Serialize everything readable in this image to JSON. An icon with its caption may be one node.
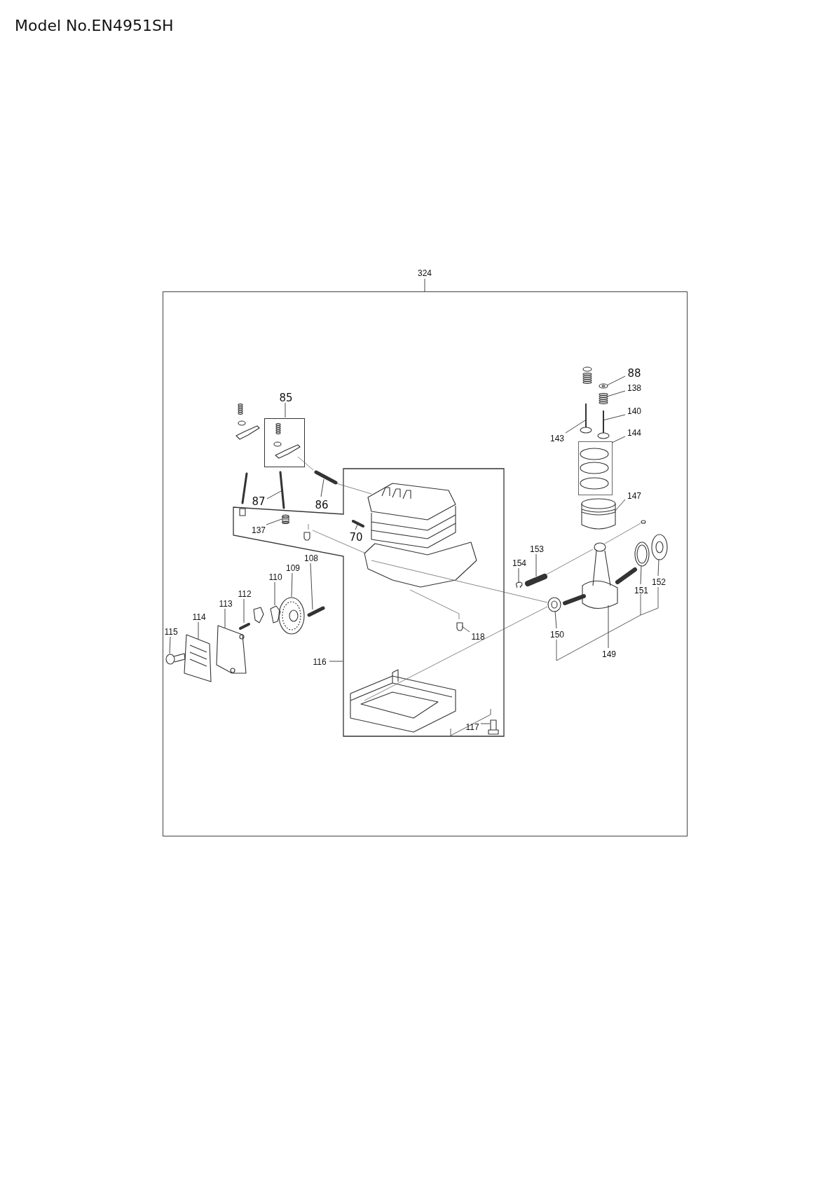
{
  "diagram": {
    "title": "Model No.EN4951SH",
    "nodes": [
      {
        "text": [
          "324"
        ]
      },
      {
        "text": [],
        "shape": "box"
      },
      {
        "text": [
          "85"
        ],
        "in": 1
      },
      {
        "text": [],
        "shape": "box",
        "in": 1
      },
      {
        "text": [
          "88"
        ],
        "in": 1
      },
      {
        "text": [
          "138"
        ],
        "in": 1
      },
      {
        "text": [
          "140"
        ],
        "in": 1
      },
      {
        "text": [
          "143"
        ],
        "in": 1
      },
      {
        "text": [
          "144"
        ],
        "in": 1
      },
      {
        "text": [],
        "shape": "box",
        "in": 1
      },
      {
        "text": [
          "87"
        ],
        "in": 1
      },
      {
        "text": [
          "86"
        ],
        "in": 1
      },
      {
        "text": [
          "147"
        ],
        "in": 1
      },
      {
        "text": [],
        "shape": "box",
        "in": 1
      },
      {
        "text": [
          "70"
        ],
        "in": 13
      },
      {
        "text": [
          "137"
        ],
        "in": 13
      },
      {
        "text": [
          "108"
        ],
        "in": 1
      },
      {
        "text": [
          "153"
        ],
        "in": 1
      },
      {
        "text": [
          "154"
        ],
        "in": 1
      },
      {
        "text": [
          "109"
        ],
        "in": 1
      },
      {
        "text": [
          "110"
        ],
        "in": 1
      },
      {
        "text": [
          "152"
        ],
        "in": 1
      },
      {
        "text": [
          "112"
        ],
        "in": 1
      },
      {
        "text": [
          "113"
        ],
        "in": 1
      },
      {
        "text": [
          "151"
        ],
        "in": 1
      },
      {
        "text": [
          "114"
        ],
        "in": 1
      },
      {
        "text": [
          "115"
        ],
        "in": 1
      },
      {
        "text": [
          "118"
        ],
        "in": 13
      },
      {
        "text": [
          "150"
        ],
        "in": 1
      },
      {
        "text": [
          "116"
        ],
        "in": 1
      },
      {
        "text": [
          "149"
        ],
        "in": 1
      },
      {
        "text": [
          "117"
        ],
        "in": 13
      },
      {
        "text": [],
        "shape": "picture",
        "in": 1
      },
      {
        "text": [],
        "shape": "picture",
        "in": 1
      },
      {
        "text": [],
        "shape": "picture",
        "in": 1
      },
      {
        "text": [],
        "shape": "picture",
        "in": 1
      },
      {
        "text": [],
        "shape": "picture",
        "in": 1
      },
      {
        "text": [],
        "shape": "picture",
        "in": 1
      },
      {
        "text": [],
        "shape": "picture",
        "in": 1
      },
      {
        "text": [],
        "shape": "picture",
        "in": 13
      },
      {
        "text": [],
        "shape": "picture",
        "in": 13
      },
      {
        "text": [],
        "shape": "picture",
        "in": 1
      },
      {
        "text": [],
        "shape": "picture",
        "in": 1
      },
      {
        "text": [],
        "shape": "picture",
        "in": 1
      },
      {
        "text": [],
        "shape": "picture",
        "in": 1
      },
      {
        "text": [],
        "shape": "picture",
        "in": 1
      },
      {
        "text": [],
        "shape": "picture",
        "in": 1
      },
      {
        "text": [],
        "shape": "picture",
        "in": 1
      },
      {
        "text": [],
        "shape": "picture",
        "in": 1
      },
      {
        "text": [],
        "shape": "picture",
        "in": 1
      },
      {
        "text": [],
        "shape": "picture",
        "in": 1
      },
      {
        "text": [],
        "shape": "picture",
        "in": 1
      },
      {
        "text": [],
        "shape": "picture",
        "in": 13
      },
      {
        "text": [],
        "shape": "picture",
        "in": 1
      },
      {
        "text": [],
        "shape": "picture",
        "in": 1
      },
      {
        "text": [],
        "shape": "picture",
        "in": 13
      }
    ],
    "edges": [
      {
        "from": 0,
        "to": 1,
        "arrow": "none"
      },
      {
        "from": 2,
        "to": 3,
        "arrow": "none"
      },
      {
        "from": 4,
        "to": 32,
        "arrow": "none"
      },
      {
        "from": 5,
        "to": 33,
        "arrow": "none"
      },
      {
        "from": 6,
        "to": 34,
        "arrow": "none"
      },
      {
        "from": 7,
        "to": 35,
        "arrow": "none"
      },
      {
        "from": 8,
        "to": 9,
        "arrow": "none"
      },
      {
        "from": 10,
        "to": 36,
        "arrow": "none"
      },
      {
        "from": 11,
        "to": 37,
        "arrow": "none"
      },
      {
        "from": 12,
        "to": 38,
        "arrow": "none"
      },
      {
        "from": 14,
        "to": 39,
        "arrow": "none"
      },
      {
        "from": 15,
        "to": 40,
        "arrow": "none"
      },
      {
        "from": 16,
        "to": 41,
        "arrow": "none"
      },
      {
        "from": 17,
        "to": 42,
        "arrow": "none"
      },
      {
        "from": 18,
        "to": 43,
        "arrow": "none"
      },
      {
        "from": 19,
        "to": 44,
        "arrow": "none"
      },
      {
        "from": 20,
        "to": 45,
        "arrow": "none"
      },
      {
        "from": 21,
        "to": 46,
        "arrow": "none"
      },
      {
        "from": 22,
        "to": 47,
        "arrow": "none"
      },
      {
        "from": 23,
        "to": 48,
        "arrow": "none"
      },
      {
        "from": 24,
        "to": 49,
        "arrow": "none"
      },
      {
        "from": 25,
        "to": 50,
        "arrow": "none"
      },
      {
        "from": 26,
        "to": 51,
        "arrow": "none"
      },
      {
        "from": 27,
        "to": 52,
        "arrow": "none"
      },
      {
        "from": 28,
        "to": 53,
        "arrow": "none"
      },
      {
        "from": 29,
        "to": 13,
        "arrow": "none"
      },
      {
        "from": 30,
        "to": 54,
        "arrow": "none"
      },
      {
        "from": 31,
        "to": 55,
        "arrow": "none"
      }
    ]
  }
}
